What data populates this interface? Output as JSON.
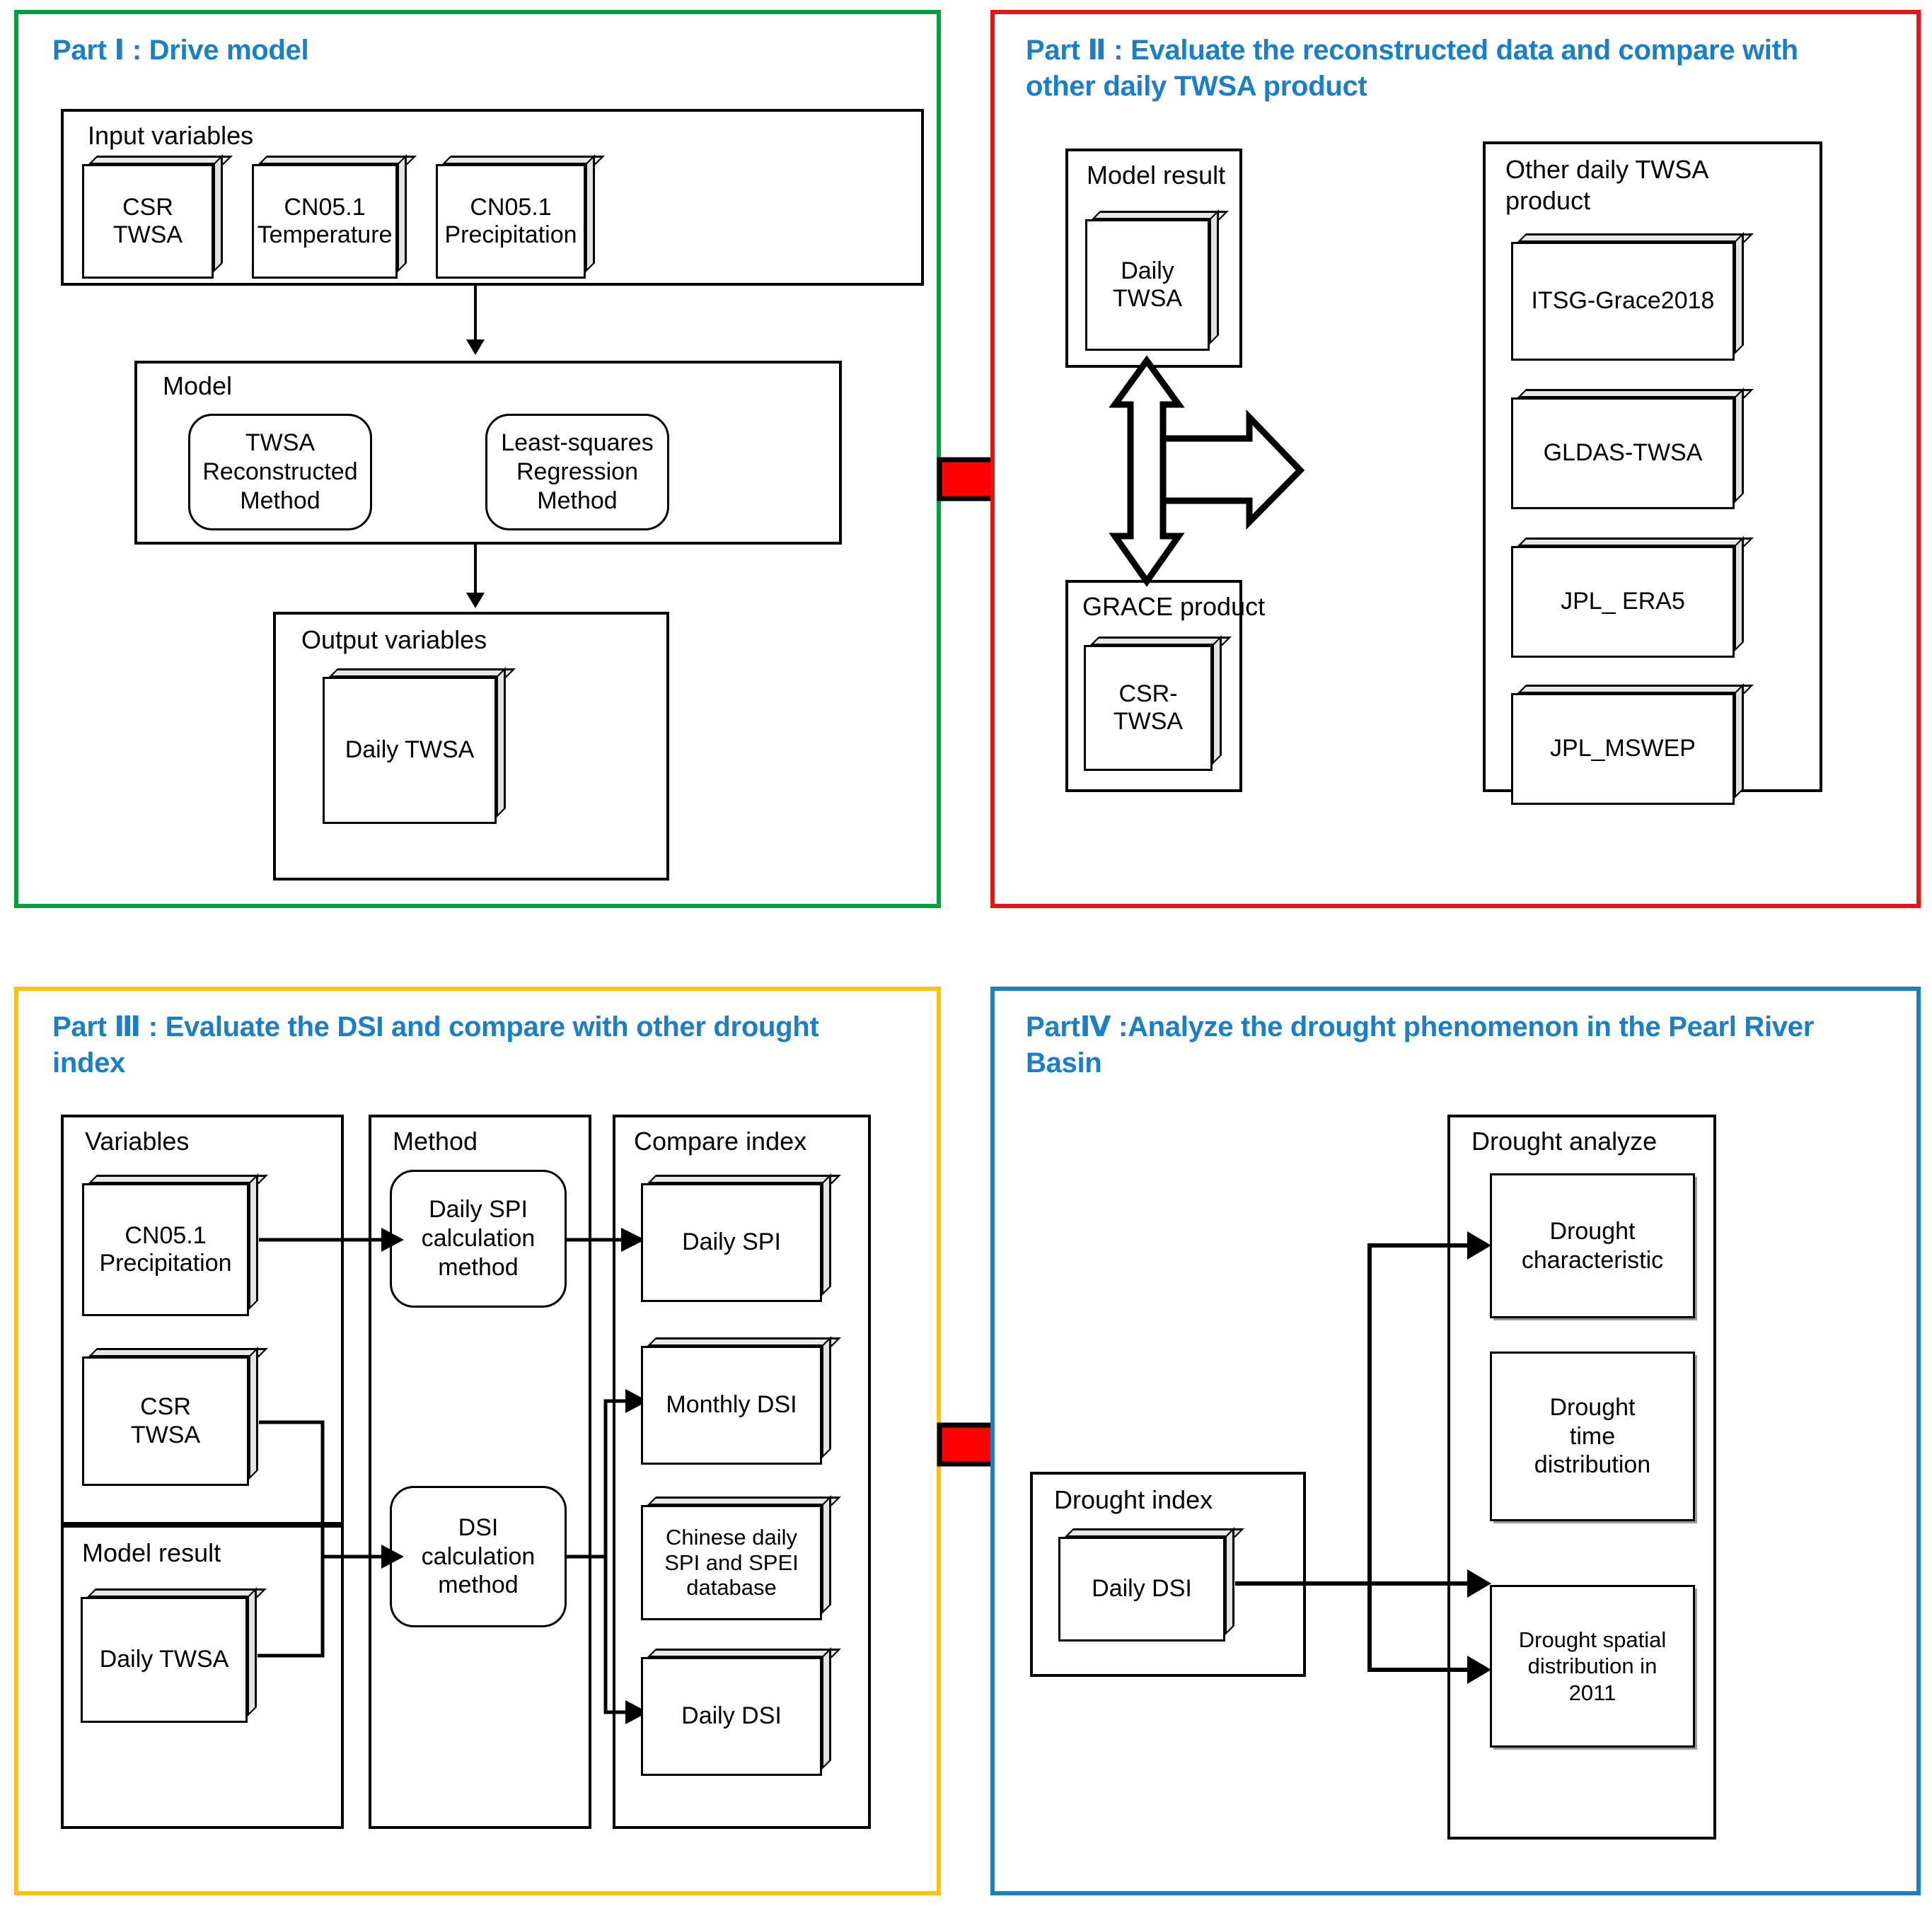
{
  "colors": {
    "part1_border": "#00a03c",
    "part2_border": "#ee1111",
    "part3_border": "#ffc20e",
    "part4_border": "#1b7fc4",
    "heading_text": "#1a7ec8",
    "transition_arrow": "#ff0000"
  },
  "part1": {
    "title": "Part Ⅰ : Drive model",
    "input_group_label": "Input variables",
    "inputs": [
      {
        "label": "CSR\nTWSA"
      },
      {
        "label": "CN05.1\nTemperature"
      },
      {
        "label": "CN05.1\nPrecipitation"
      }
    ],
    "model_group_label": "Model",
    "methods": [
      {
        "label": "TWSA\nReconstructed\nMethod"
      },
      {
        "label": "Least-squares\nRegression\nMethod"
      }
    ],
    "output_group_label": "Output variables",
    "output": {
      "label": "Daily TWSA"
    }
  },
  "part2": {
    "title": "Part Ⅱ : Evaluate the reconstructed data and compare with other daily  TWSA product",
    "model_result_label": "Model result",
    "model_result_node": {
      "label": "Daily TWSA"
    },
    "grace_product_label": "GRACE product",
    "grace_product_node": {
      "label": "CSR-TWSA"
    },
    "other_products_label": "Other daily TWSA product",
    "other_products": [
      {
        "label": "ITSG-Grace2018"
      },
      {
        "label": "GLDAS-TWSA"
      },
      {
        "label": "JPL_ ERA5"
      },
      {
        "label": "JPL_MSWEP"
      }
    ]
  },
  "part3": {
    "title": "Part Ⅲ : Evaluate the DSI and compare with other drought index",
    "variables_group_label": "Variables",
    "variables": [
      {
        "label": "CN05.1\nPrecipitation"
      },
      {
        "label": "CSR\nTWSA"
      }
    ],
    "model_result_group_label": "Model result",
    "model_result_node": {
      "label": "Daily TWSA"
    },
    "method_group_label": "Method",
    "methods": [
      {
        "label": "Daily SPI\ncalculation\nmethod"
      },
      {
        "label": "DSI\ncalculation\nmethod"
      }
    ],
    "compare_group_label": "Compare index",
    "compare_items": [
      {
        "label": "Daily SPI"
      },
      {
        "label": "Monthly DSI"
      },
      {
        "label": "Chinese daily\nSPI and SPEI\ndatabase"
      },
      {
        "label": "Daily DSI"
      }
    ]
  },
  "part4": {
    "title": "PartⅣ :Analyze the drought phenomenon in the Pearl River Basin",
    "drought_index_label": "Drought index",
    "drought_index_node": {
      "label": "Daily DSI"
    },
    "drought_analyze_label": "Drought analyze",
    "analyses": [
      {
        "label": "Drought\ncharacteristic"
      },
      {
        "label": "Drought\ntime\ndistribution"
      },
      {
        "label": "Drought spatial\ndistribution in\n2011"
      }
    ]
  }
}
